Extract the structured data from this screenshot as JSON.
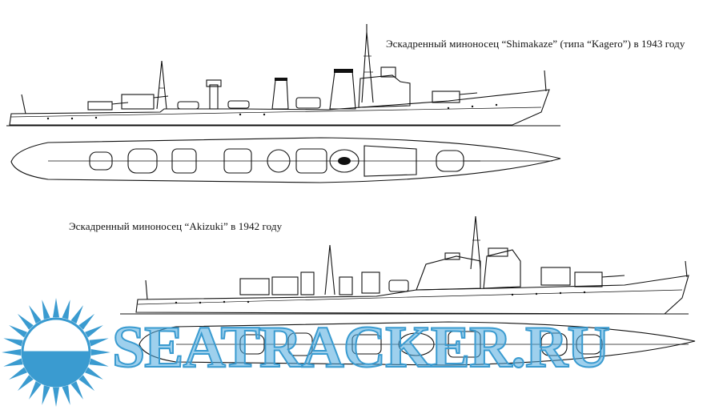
{
  "captions": {
    "ship1": "Эскадренный миноносец “Shimakaze” (типа “Kagero”) в 1943 году",
    "ship2": "Эскадренный миноносец “Akizuki” в 1942 году"
  },
  "watermark": {
    "text": "SEATRACKER.RU",
    "logo": "sun-rays-logo",
    "color": "#3a9bd0"
  },
  "colors": {
    "ink": "#111111",
    "background": "#ffffff"
  }
}
